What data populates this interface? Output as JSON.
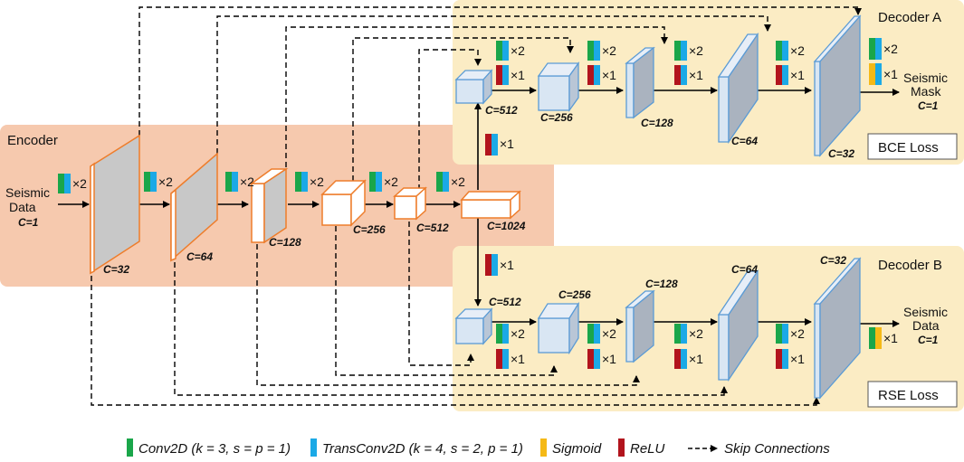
{
  "regions": {
    "encoder": "Encoder",
    "decoder_a": "Decoder A",
    "decoder_b": "Decoder B"
  },
  "losses": {
    "a": "BCE Loss",
    "b": "RSE Loss"
  },
  "io": {
    "input_line1": "Seismic",
    "input_line2": "Data",
    "input_c": "C=1",
    "out_a_line1": "Seismic",
    "out_a_line2": "Mask",
    "out_a_c": "C=1",
    "out_b_line1": "Seismic",
    "out_b_line2": "Data",
    "out_b_c": "C=1"
  },
  "encoder_channels": [
    "C=32",
    "C=64",
    "C=128",
    "C=256",
    "C=512",
    "C=1024"
  ],
  "decoder_a_channels": [
    "C=512",
    "C=256",
    "C=128",
    "C=64",
    "C=32"
  ],
  "decoder_b_channels": [
    "C=512",
    "C=256",
    "C=128",
    "C=64",
    "C=32"
  ],
  "multipliers": {
    "x2": "×2",
    "x1": "×1"
  },
  "legend": {
    "conv": "Conv2D (k = 3, s = p = 1)",
    "trans": "TransConv2D (k = 4, s = 2, p = 1)",
    "sigmoid": "Sigmoid",
    "relu": "ReLU",
    "skip": "Skip Connections"
  },
  "colors": {
    "encoder_bg": "#f6c9ae",
    "decoder_bg": "#fbecc4",
    "conv": "#1aa64a",
    "trans": "#1ba9e6",
    "sigmoid": "#f5b916",
    "relu": "#b2141d",
    "enc_block_face": "#c8c8c8",
    "enc_block_edge": "#ee7d2b",
    "dec_block_face": "#aab3bf",
    "dec_block_edge": "#5b9bd5"
  }
}
